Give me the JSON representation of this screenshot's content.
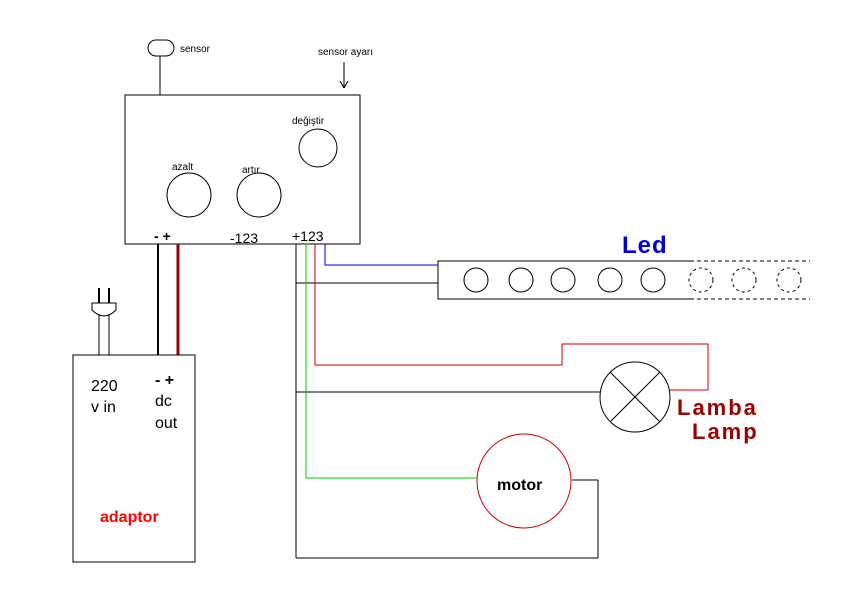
{
  "labels": {
    "sensor": "sensor",
    "sensor_adjust": "sensor ayarı",
    "change": "değiştir",
    "decrease": "azalt",
    "increase": "artır",
    "control_minus_plus": "- +",
    "neg_123": "-123",
    "pos_123": "+123",
    "led": "Led",
    "adaptor_220": "220",
    "adaptor_vin": "v in",
    "adaptor_minus_plus": "- +",
    "adaptor_dc": "dc",
    "adaptor_out": "out",
    "adaptor": "adaptor",
    "lamba": "Lamba",
    "lamp": "Lamp",
    "motor": "motor"
  },
  "colors": {
    "wire_black": "#000000",
    "wire_blue": "#0000cc",
    "wire_red": "#cc0000",
    "wire_dark_red": "#990000",
    "wire_green": "#00cc00",
    "led_label": "#0000cc",
    "lamp_label": "#990000",
    "adaptor_label": "#ff0000",
    "motor_outline": "#cc0000"
  }
}
